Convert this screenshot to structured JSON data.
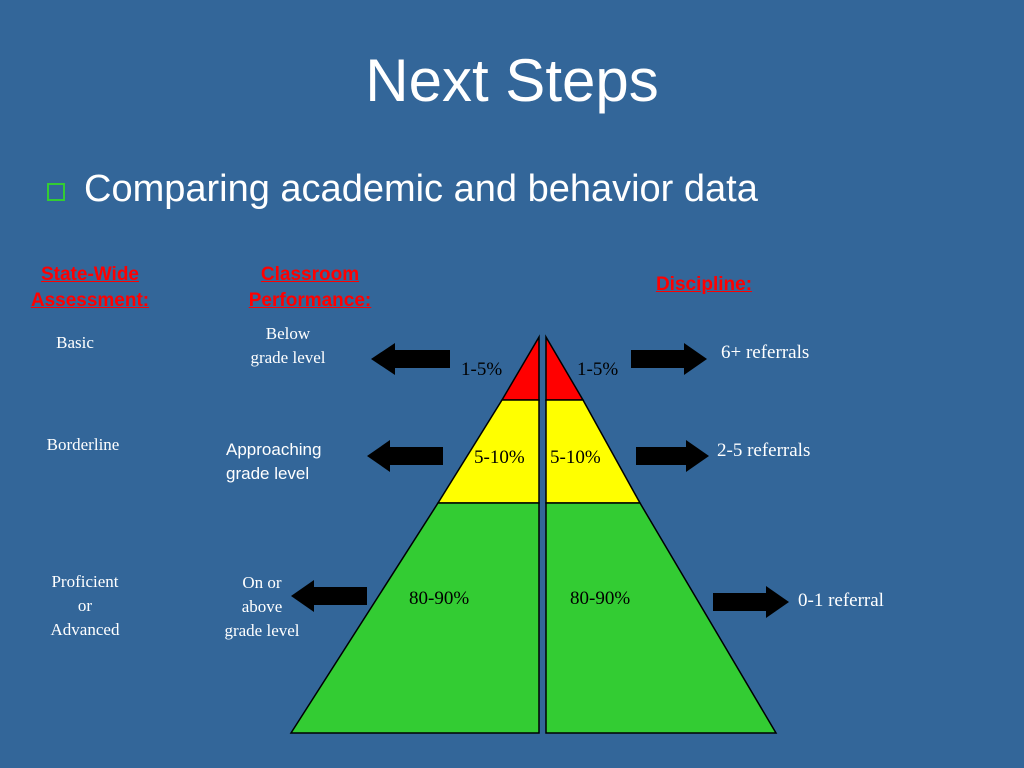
{
  "slide": {
    "title": "Next Steps",
    "bullet": "Comparing academic and behavior data"
  },
  "headers": {
    "assessment": [
      "State-Wide",
      "Assessment:"
    ],
    "classroom": [
      "Classroom",
      "Performance:"
    ],
    "discipline": "Discipline:"
  },
  "assessment_levels": {
    "basic": "Basic",
    "borderline": "Borderline",
    "proficient": [
      "Proficient",
      "or",
      "Advanced"
    ]
  },
  "classroom_levels": {
    "below": [
      "Below",
      "grade level"
    ],
    "approaching": [
      "Approaching",
      "grade level"
    ],
    "on_above": [
      "On or",
      "above",
      "grade level"
    ]
  },
  "pyramid": {
    "tiers": [
      {
        "left_label": "1-5%",
        "right_label": "1-5%",
        "color": "#ff0000"
      },
      {
        "left_label": "5-10%",
        "right_label": "5-10%",
        "color": "#ffff00"
      },
      {
        "left_label": "80-90%",
        "right_label": "80-90%",
        "color": "#33cc33"
      }
    ]
  },
  "discipline_levels": {
    "high": "6+ referrals",
    "mid": "2-5 referrals",
    "low": "0-1 referral"
  },
  "colors": {
    "background": "#336699",
    "header_red": "#ff0000",
    "bullet_green": "#33cc33"
  },
  "icons": {
    "bullet": "hollow-square-icon",
    "arrow_left": "arrow-left-icon",
    "arrow_right": "arrow-right-icon"
  }
}
